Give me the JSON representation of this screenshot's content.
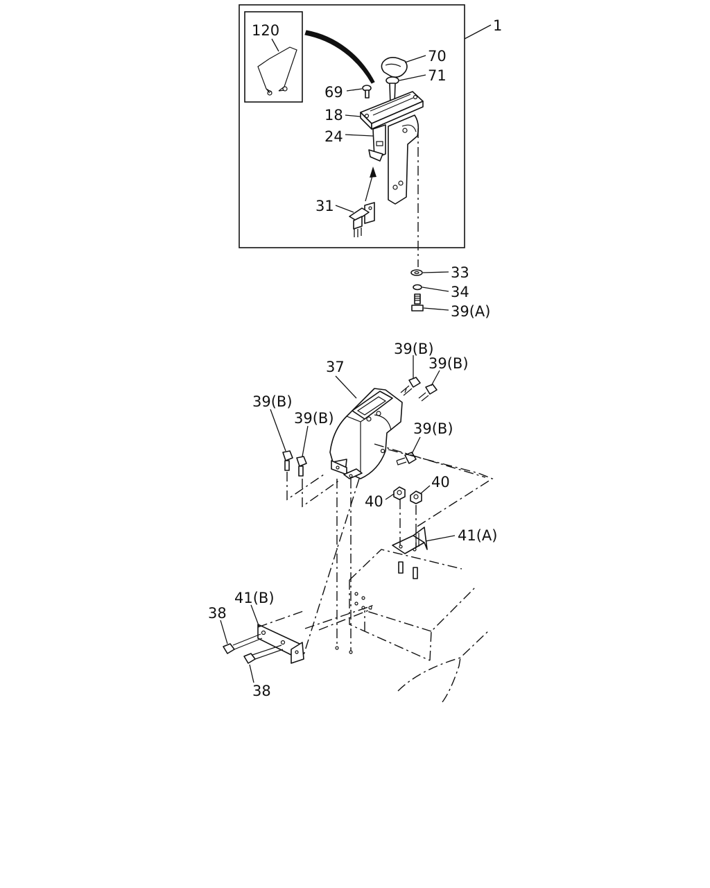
{
  "callouts": {
    "assembly_1": "1",
    "clip_120": "120",
    "knob_70": "70",
    "cap_71": "71",
    "screw_69": "69",
    "plate_18": "18",
    "bracket_24": "24",
    "switch_31": "31",
    "washer_33": "33",
    "lock_washer_34": "34",
    "bolt_39a": "39(A)",
    "cover_37": "37",
    "bolt_39b_1": "39(B)",
    "bolt_39b_2": "39(B)",
    "bolt_39b_3": "39(B)",
    "bolt_39b_4": "39(B)",
    "bolt_39b_5": "39(B)",
    "nut_40_1": "40",
    "nut_40_2": "40",
    "bracket_41a": "41(A)",
    "bracket_41b": "41(B)",
    "bolt_38_1": "38",
    "bolt_38_2": "38"
  }
}
